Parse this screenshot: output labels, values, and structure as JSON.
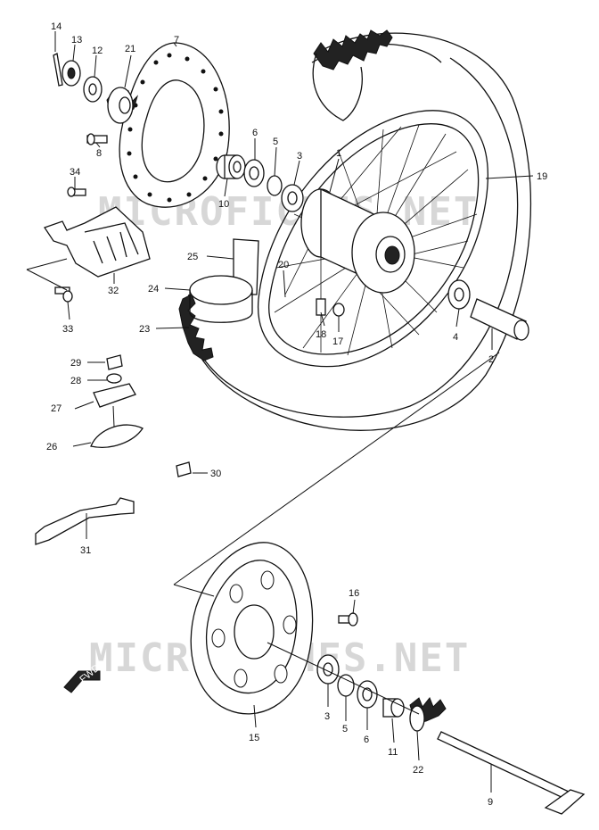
{
  "watermark_top": "MICROFICHES.NET",
  "watermark_bottom": "MICROFICHES.NET",
  "fwd_label": "FWD",
  "callouts": {
    "c14": "14",
    "c13": "13",
    "c12": "12",
    "c21": "21",
    "c7": "7",
    "c8": "8",
    "c34": "34",
    "c10": "10",
    "c6a": "6",
    "c5a": "5",
    "c3a": "3",
    "c1": "1",
    "c19": "19",
    "c25": "25",
    "c20": "20",
    "c24": "24",
    "c32": "32",
    "c33": "33",
    "c23": "23",
    "c18": "18",
    "c17": "17",
    "c4": "4",
    "c2": "2",
    "c29": "29",
    "c28": "28",
    "c27": "27",
    "c26": "26",
    "c30": "30",
    "c31": "31",
    "c16": "16",
    "c3b": "3",
    "c5b": "5",
    "c6b": "6",
    "c11": "11",
    "c15": "15",
    "c22": "22",
    "c9": "9"
  }
}
